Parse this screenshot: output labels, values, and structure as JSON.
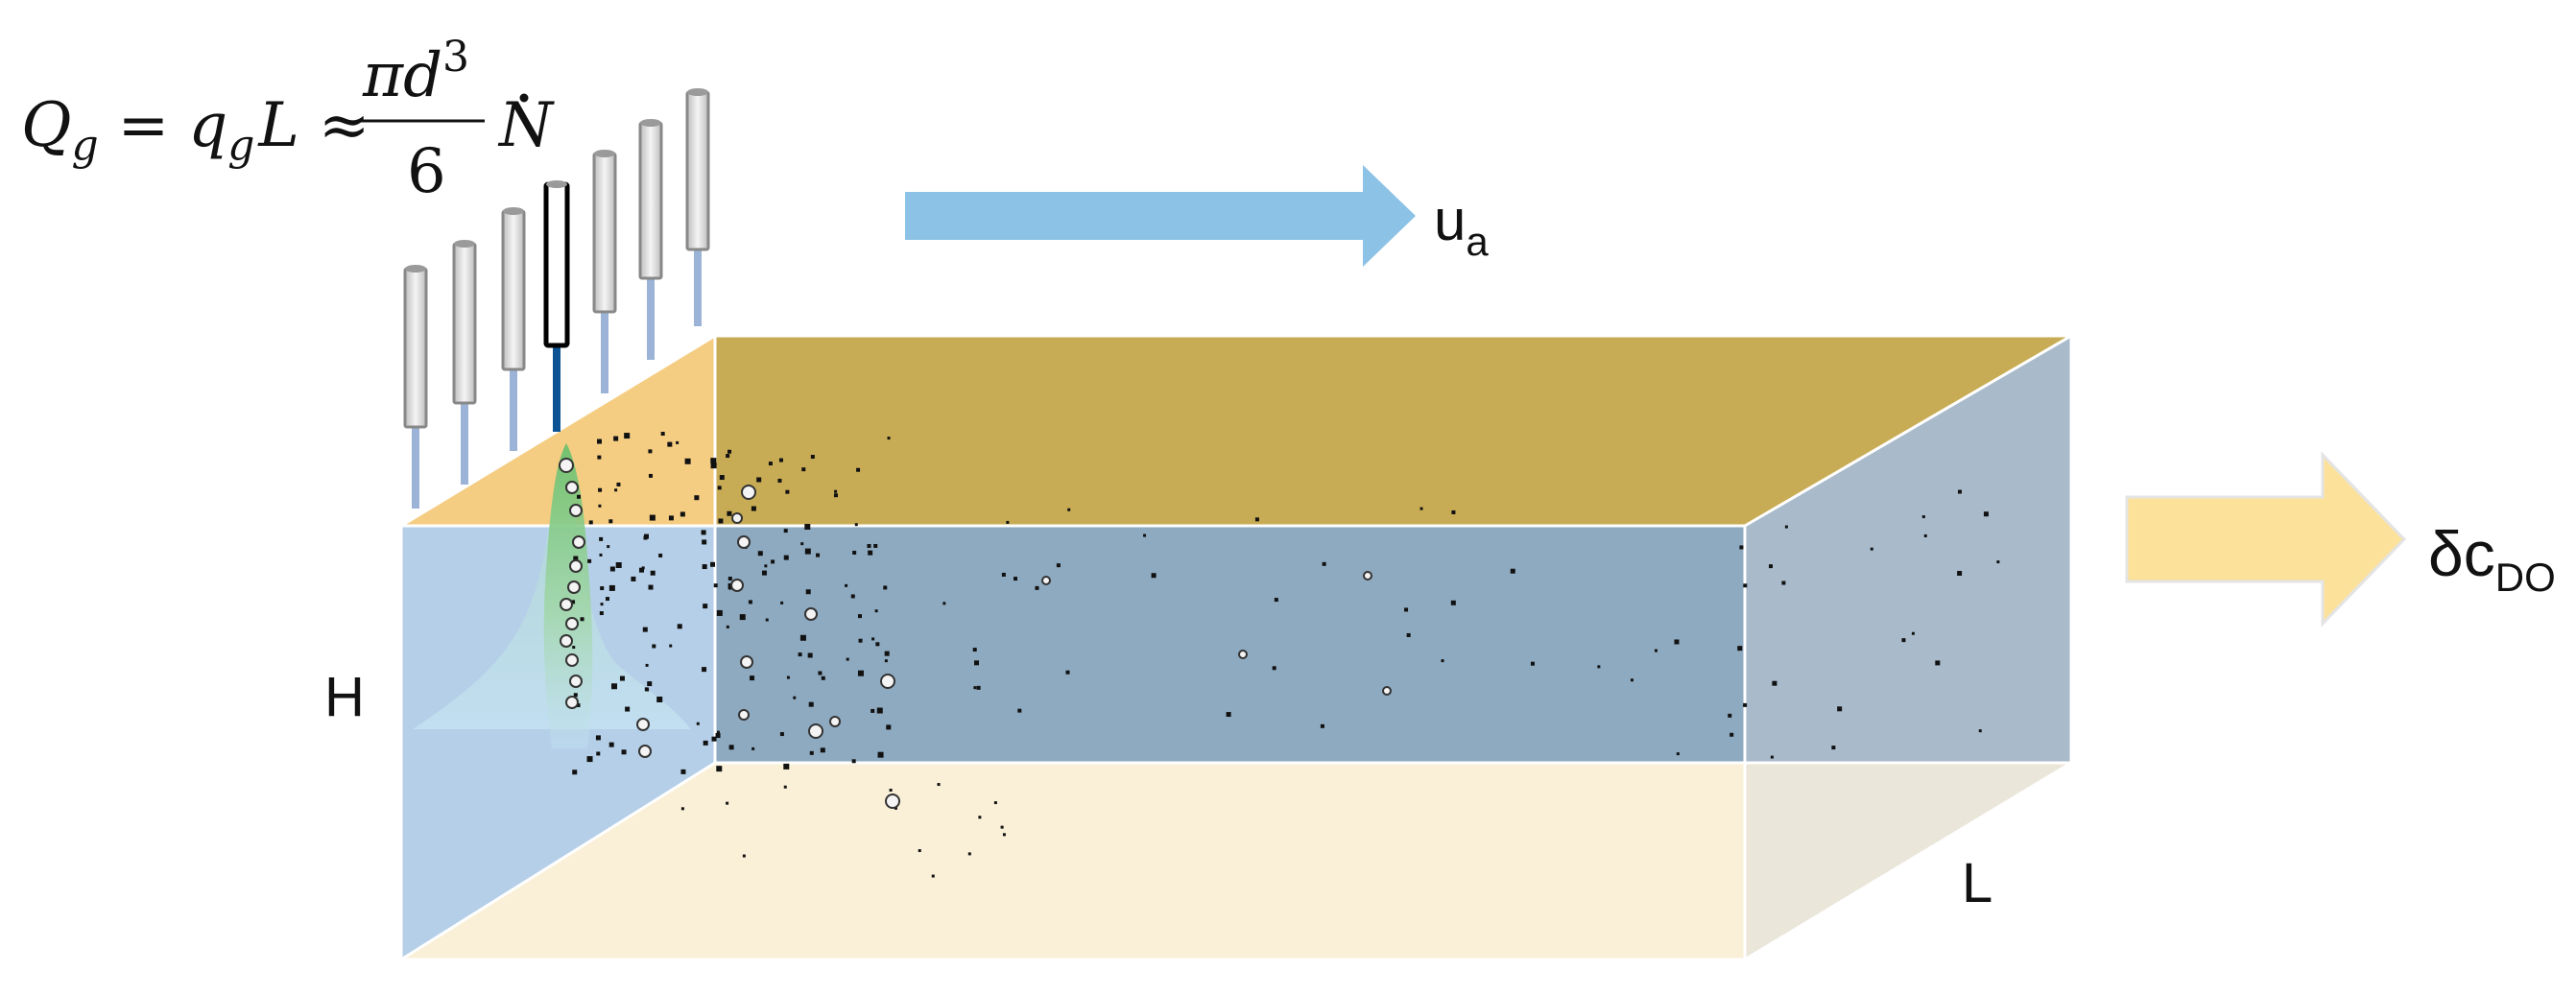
{
  "equation": {
    "lhs_Q": "Q",
    "lhs_sub": "g",
    "eq": "=",
    "q": "q",
    "q_sub": "g",
    "L": "L",
    "approx": "≈",
    "numerator": "πd",
    "numerator_exp": "3",
    "denominator": "6",
    "N": "N"
  },
  "labels": {
    "u_main": "u",
    "u_sub": "a",
    "H": "H",
    "L": "L",
    "delta_main": "δc",
    "delta_sub": "DO"
  },
  "colors": {
    "top_face": "#c8ac55",
    "top_face_near": "#f4cd83",
    "front_face": "#8eaac0",
    "front_face_left": "#b5cfe8",
    "right_face": "#a9bacb",
    "bottom_face": "#faf0d7",
    "bottom_right": "#ebe6da",
    "flow_arrow": "#8cc2e6",
    "output_arrow": "#fbe19a",
    "plume": "#8ed08e",
    "active_needle": "#0b5394",
    "needle_stem": "#9bb3d6"
  }
}
